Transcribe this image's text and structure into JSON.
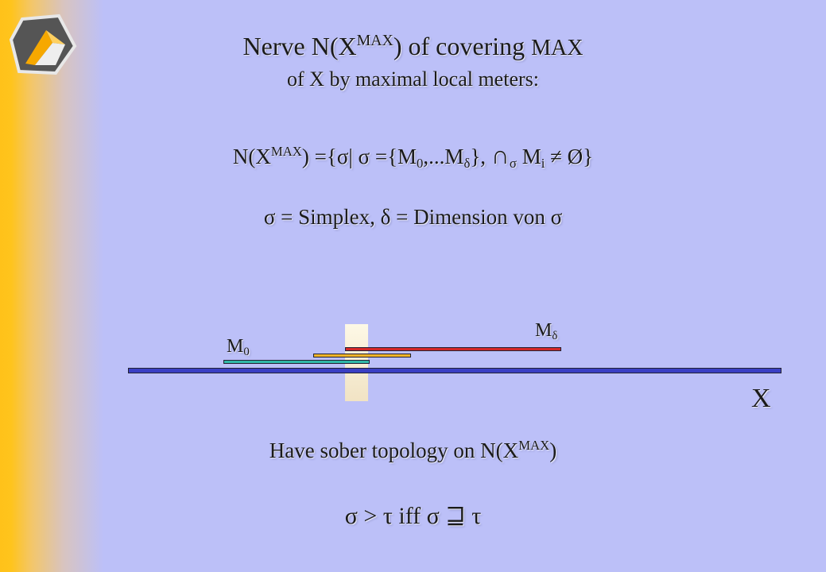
{
  "slide": {
    "title_line1": {
      "nerve": "Nerve N(X",
      "max": "MAX",
      "rest": ") of covering ",
      "max_word": "MAX"
    },
    "title_line2": "of X by maximal local meters:",
    "formula": {
      "p1": "N(X",
      "p1_sup": "MAX",
      "p2": ") ={σ|  σ ={M",
      "sub0": "0",
      "p3": ",...M",
      "sub_delta": "δ",
      "p4": "},  ",
      "cap": "∩",
      "sub_sigma": "σ",
      "p5": " M",
      "sub_i": "i",
      "p6": " ≠ Ø}"
    },
    "definition": "σ = Simplex,  δ = Dimension von σ",
    "diagram": {
      "label_m0": "M",
      "label_m0_sub": "0",
      "label_md": "M",
      "label_md_sub": "δ",
      "label_x": "X"
    },
    "statement": {
      "text": "Have sober topology on  N(X",
      "sup": "MAX",
      "end": ")"
    },
    "order": "σ >  τ  iff  σ ⊒ τ"
  },
  "colors": {
    "background": "#bcc0f8",
    "sidebar": "#ffc21a",
    "x_bar": "#3a3fc4",
    "m0_bar": "#30b8a8",
    "mid_bar": "#f0b428",
    "md_bar": "#d42828",
    "highlight": "#fbf3dc"
  }
}
